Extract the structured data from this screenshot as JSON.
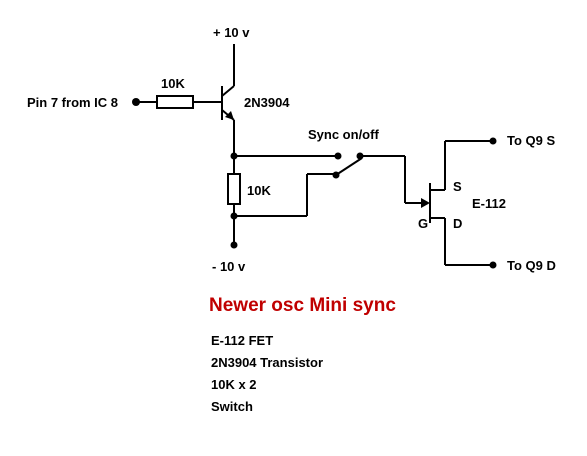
{
  "labels": {
    "supply_pos": "+ 10 v",
    "supply_neg": "- 10 v",
    "input": "Pin 7 from IC 8",
    "r_input": "10K",
    "transistor": "2N3904",
    "r_emitter": "10K",
    "switch": "Sync on/off",
    "fet": "E-112",
    "gate": "G",
    "source": "S",
    "drain": "D",
    "out_s": "To Q9 S",
    "out_d": "To Q9 D"
  },
  "title": "Newer osc Mini sync",
  "parts_list": [
    "E-112 FET",
    "2N3904 Transistor",
    "10K x 2",
    "Switch"
  ],
  "colors": {
    "title": "#c00000",
    "wire": "#000000"
  }
}
